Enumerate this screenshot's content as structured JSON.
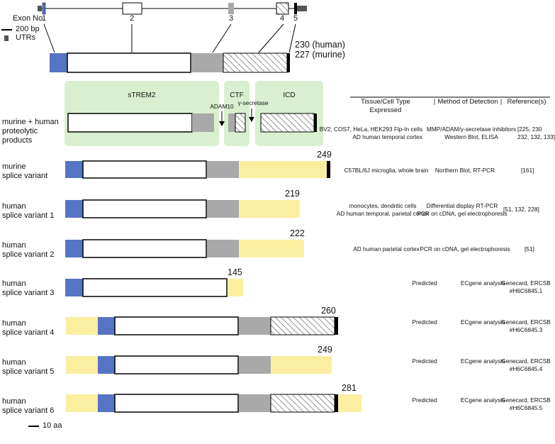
{
  "gene": {
    "exon_label": "Exon No.",
    "exon_numbers": [
      "1",
      "2",
      "3",
      "4",
      "5"
    ],
    "scale_bp": "200 bp",
    "utr_label": "UTRs"
  },
  "full_length": {
    "human_len": "230 (human)",
    "murine_len": "227 (murine)"
  },
  "domains": {
    "strem2": "sTREM2",
    "ctf": "CTF",
    "icd": "ICD",
    "adam10": "ADAM10",
    "gamma": "γ-secretase"
  },
  "table_header": {
    "tissue_line1": "Tissue/Cell Type",
    "tissue_line2": "Expressed",
    "separator": "|",
    "method": "Method of Detection",
    "references": "Reference(s)"
  },
  "rows": [
    {
      "label_line1": "murine + human",
      "label_line2": "proteolytic",
      "label_line3": "products",
      "length": "",
      "tissue": [
        "BV2, COS7, HeLa, HEK293 Flp-In cells",
        "AD human temporal cortex"
      ],
      "method": [
        "MMP/ADAM/γ-secretase inhibitors",
        "Western Blot, ELISA"
      ],
      "refs": [
        "[225, 230",
        "232, 132, 133]"
      ]
    },
    {
      "label_line1": "murine",
      "label_line2": "splice variant",
      "length": "249",
      "tissue": [
        "C57BL/6J microglia, whole brain"
      ],
      "method": [
        "Northern Blot, RT-PCR"
      ],
      "refs": [
        "[161]"
      ]
    },
    {
      "label_line1": "human",
      "label_line2": "splice variant 1",
      "length": "219",
      "tissue": [
        "monocytes, dendritic cells",
        "AD human temporal, parietal cortex"
      ],
      "method": [
        "Differential display RT-PCR",
        "PCR on cDNA, gel electrophoresis"
      ],
      "refs": [
        "[51, 132, 228]"
      ]
    },
    {
      "label_line1": "human",
      "label_line2": "splice variant 2",
      "length": "222",
      "tissue": [
        "AD human parietal cortex"
      ],
      "method": [
        "PCR on cDNA, gel electrophoresis"
      ],
      "refs": [
        "[51]"
      ]
    },
    {
      "label_line1": "human",
      "label_line2": "splice variant 3",
      "length": "145",
      "tissue": [
        "Predicted"
      ],
      "method": [
        "ECgene  analysis"
      ],
      "refs": [
        "Genecard, ERCSB",
        "#H6C6845.1"
      ]
    },
    {
      "label_line1": "human",
      "label_line2": "splice variant 4",
      "length": "260",
      "tissue": [
        "Predicted"
      ],
      "method": [
        "ECgene  analysis"
      ],
      "refs": [
        "Genecard, ERCSB",
        "#H6C6845.3"
      ]
    },
    {
      "label_line1": "human",
      "label_line2": "splice variant 5",
      "length": "249",
      "tissue": [
        "Predicted"
      ],
      "method": [
        "ECgene  analysis"
      ],
      "refs": [
        "Genecard, ERCSB",
        "#H6C6845.4"
      ]
    },
    {
      "label_line1": "human",
      "label_line2": "splice variant 6",
      "length": "281",
      "tissue": [
        "Predicted"
      ],
      "method": [
        "ECgene  analysis"
      ],
      "refs": [
        "Genecard, ERCSB",
        "#H6C6845.5"
      ]
    }
  ],
  "scale_aa": "10 aa",
  "colors": {
    "signal_peptide": "#5674c4",
    "ig_domain": "#ffffff",
    "stalk": "#a9a9a9",
    "novel_sequence": "#fbeea1",
    "domain_box": "#d9efcf",
    "outline": "#000000"
  }
}
